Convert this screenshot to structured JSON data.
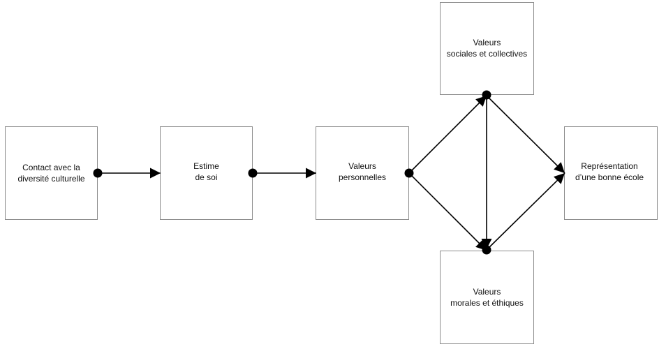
{
  "diagram": {
    "nodes": [
      {
        "id": "contact",
        "label": "Contact avec la\ndiversité culturelle"
      },
      {
        "id": "estime",
        "label": "Estime\nde soi"
      },
      {
        "id": "valeurs_personnelles",
        "label": "Valeurs\npersonnelles"
      },
      {
        "id": "valeurs_sociales",
        "label": "Valeurs\nsociales et collectives"
      },
      {
        "id": "valeurs_morales",
        "label": "Valeurs\nmorales et éthiques"
      },
      {
        "id": "representation",
        "label": "Représentation\nd’une bonne école"
      }
    ],
    "edges": [
      {
        "from": "contact",
        "to": "estime"
      },
      {
        "from": "estime",
        "to": "valeurs_personnelles"
      },
      {
        "from": "valeurs_personnelles",
        "to": "valeurs_sociales"
      },
      {
        "from": "valeurs_personnelles",
        "to": "valeurs_morales"
      },
      {
        "from": "valeurs_sociales",
        "to": "valeurs_morales"
      },
      {
        "from": "valeurs_sociales",
        "to": "representation"
      },
      {
        "from": "valeurs_morales",
        "to": "representation"
      }
    ],
    "colors": {
      "box_border": "#8c8c8c",
      "connector": "#000000",
      "text": "#111111"
    }
  }
}
